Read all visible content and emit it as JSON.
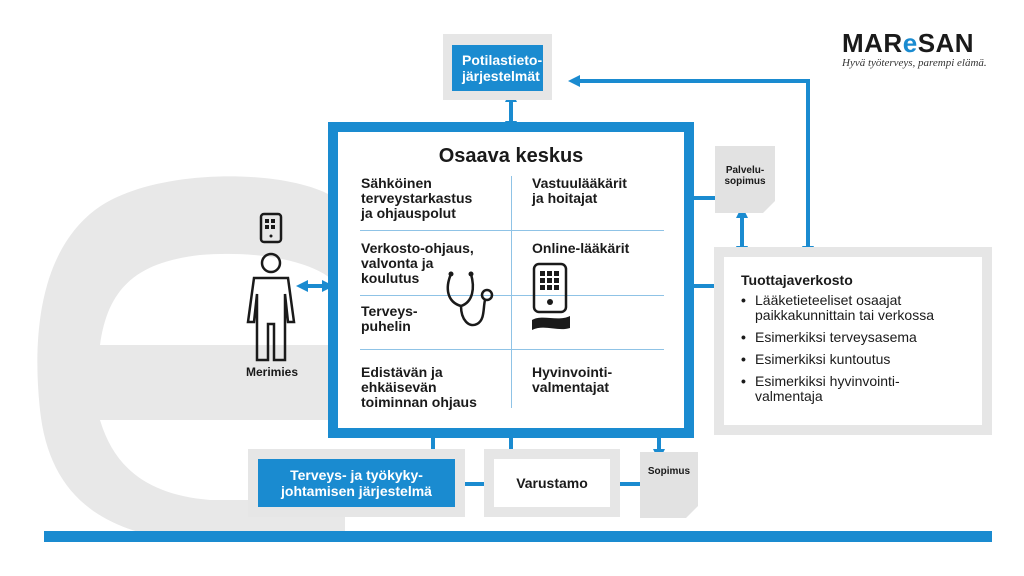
{
  "logo": {
    "part1": "MAR",
    "part2": "e",
    "part3": "SAN",
    "tagline": "Hyvä työterveys, parempi elämä."
  },
  "potilas": {
    "line1": "Potilastieto-",
    "line2": "järjestelmät"
  },
  "center": {
    "title": "Osaava keskus",
    "c1": [
      "Sähköinen",
      "terveystarkastus",
      "ja ohjauspolut"
    ],
    "c2": [
      "Vastuulääkärit",
      "ja hoitajat"
    ],
    "c3": [
      "Verkosto-ohjaus,",
      "valvonta ja",
      "koulutus"
    ],
    "c4": [
      "Online-lääkärit"
    ],
    "c5": [
      "Terveys-",
      "puhelin"
    ],
    "c6": [
      "Edistävän ja",
      "ehkäisevän",
      "toiminnan ohjaus"
    ],
    "c7": [
      "Hyvinvointi-",
      "valmentajat"
    ]
  },
  "person": {
    "label": "Merimies"
  },
  "palvelu": {
    "line1": "Palvelu-",
    "line2": "sopimus"
  },
  "producer": {
    "title": "Tuottajaverkosto",
    "items": [
      [
        "Lääketieteeliset osaajat",
        "paikkakunnittain tai verkossa"
      ],
      [
        "Esimerkiksi terveysasema"
      ],
      [
        "Esimerkiksi kuntoutus"
      ],
      [
        "Esimerkiksi hyvinvointi-",
        "valmentaja"
      ]
    ]
  },
  "bottom": {
    "tyokyky": {
      "line1": "Terveys- ja työkyky-",
      "line2": "johtamisen järjestelmä"
    },
    "varustamo": "Varustamo",
    "sopimus": "Sopimus"
  },
  "colors": {
    "accent": "#1a8bd0",
    "frame": "#e6e6e6",
    "dark": "#1a1a1a"
  }
}
